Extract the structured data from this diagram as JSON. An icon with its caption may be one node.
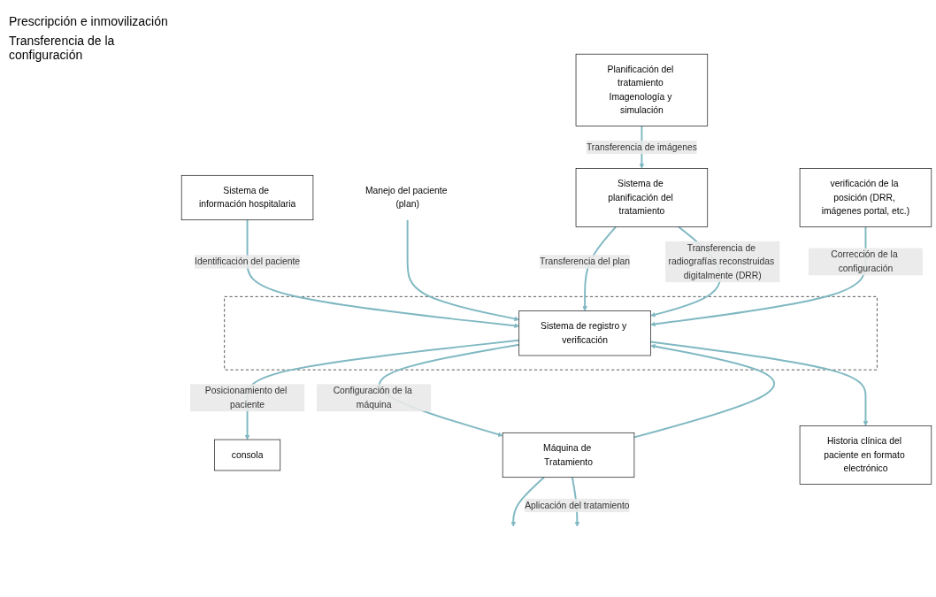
{
  "diagram": {
    "nodes": [
      {
        "text": [
          "Planificación del tratamiento Imagenología y simulación"
        ]
      },
      {
        "text": [
          "Sistema de información hospitalaria"
        ]
      },
      {
        "text": [
          "Manejo del paciente (plan)"
        ]
      },
      {
        "text": [],
        "shape": "box"
      },
      {
        "text": [
          "Sistema de planificación del tratamiento"
        ]
      },
      {
        "text": [
          "Sistema de registro y verificación"
        ],
        "in": 3
      },
      {
        "text": [
          "consola"
        ]
      },
      {
        "text": [
          "Máquina de Tratamiento"
        ]
      },
      {
        "text": [
          "verificación de la posición (DRR, imágenes portal, etc.)"
        ]
      },
      {
        "text": [
          "Historia clínica del paciente en formato electrónico"
        ]
      }
    ],
    "edges": [
      {
        "from": 0,
        "to": 4,
        "arrow": "to",
        "label": "Transferencia de imágenes"
      },
      {
        "from": 1,
        "to": 5,
        "arrow": "to",
        "label": "Identificación del paciente"
      },
      {
        "from": 2,
        "to": 5,
        "arrow": "to"
      },
      {
        "from": 4,
        "to": 5,
        "arrow": "to",
        "label": "Transferencia del plan"
      },
      {
        "from": 4,
        "to": 5,
        "arrow": "to",
        "label": "Transferencia de radiografías reconstruidas digitalmente (DRR)"
      },
      {
        "from": 5,
        "to": 6,
        "arrow": "to",
        "label": "Posicionamiento del paciente"
      },
      {
        "from": 7,
        "to": 5,
        "arrow": "to"
      },
      {
        "from": 5,
        "to": 7,
        "arrow": "to",
        "label": "Configuración de la máquina"
      },
      {
        "from": 8,
        "to": 5,
        "arrow": "to",
        "label": "Corrección de la configuración"
      },
      {
        "from": 5,
        "to": 9,
        "arrow": "to"
      },
      {
        "from": 7,
        "to": null,
        "arrow": "to"
      },
      {
        "from": 7,
        "to": null,
        "arrow": "to",
        "label": "Aplicación del tratamiento"
      }
    ],
    "labels": [
      "Prescripción e inmovilización",
      "Transferencia de la configuración"
    ]
  }
}
